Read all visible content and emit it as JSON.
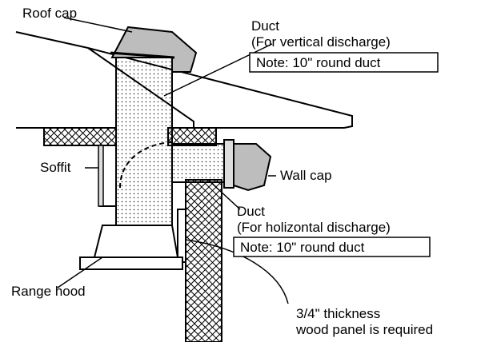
{
  "labels": {
    "roof_cap": "Roof cap",
    "duct_vertical_line1": "Duct",
    "duct_vertical_line2": "(For vertical discharge)",
    "note_vertical": "Note: 10\" round duct",
    "soffit": "Soffit",
    "wall_cap": "Wall cap",
    "duct_horizontal_line1": "Duct",
    "duct_horizontal_line2": "(For holizontal discharge)",
    "note_horizontal": "Note: 10\" round duct",
    "range_hood": "Range hood",
    "panel_line1": "3/4\" thickness",
    "panel_line2": "wood panel is required"
  }
}
